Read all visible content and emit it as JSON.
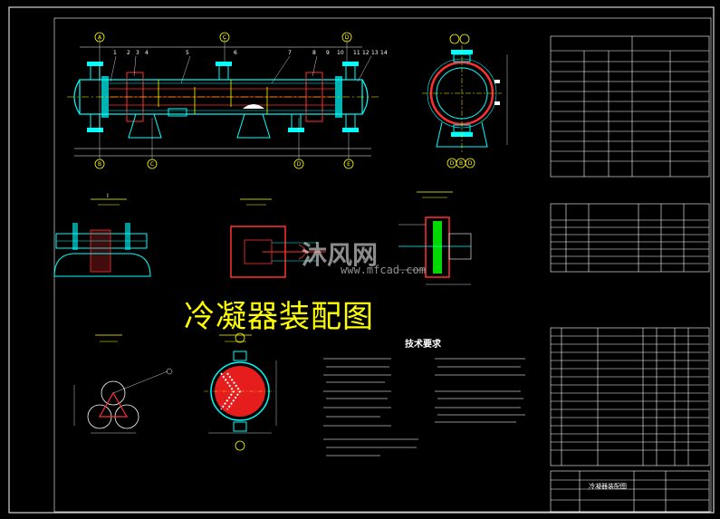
{
  "drawing": {
    "title": "冷凝器装配图",
    "tech_requirements_title": "技术要求",
    "watermark": "沐风网",
    "watermark_url": "www.mfcad.com",
    "title_block_name": "冷凝器装配图",
    "top_markers": [
      "A",
      "C",
      "D"
    ],
    "bottom_markers": [
      "B",
      "C",
      "D",
      "E"
    ],
    "section_markers": [
      "D",
      "B",
      "D"
    ],
    "balloons_top": [
      "1",
      "2",
      "3",
      "4",
      "5",
      "6",
      "7",
      "8",
      "9",
      "10",
      "11",
      "12",
      "13",
      "14"
    ],
    "detail_label": "I",
    "colors": {
      "background": "#000000",
      "frame": "#ffffff",
      "outline": "#00ffff",
      "section": "#ff0000",
      "dimension": "#ffffff",
      "label": "#ffff00",
      "hatch": "#ff4040",
      "fill_green": "#00ff00"
    }
  }
}
